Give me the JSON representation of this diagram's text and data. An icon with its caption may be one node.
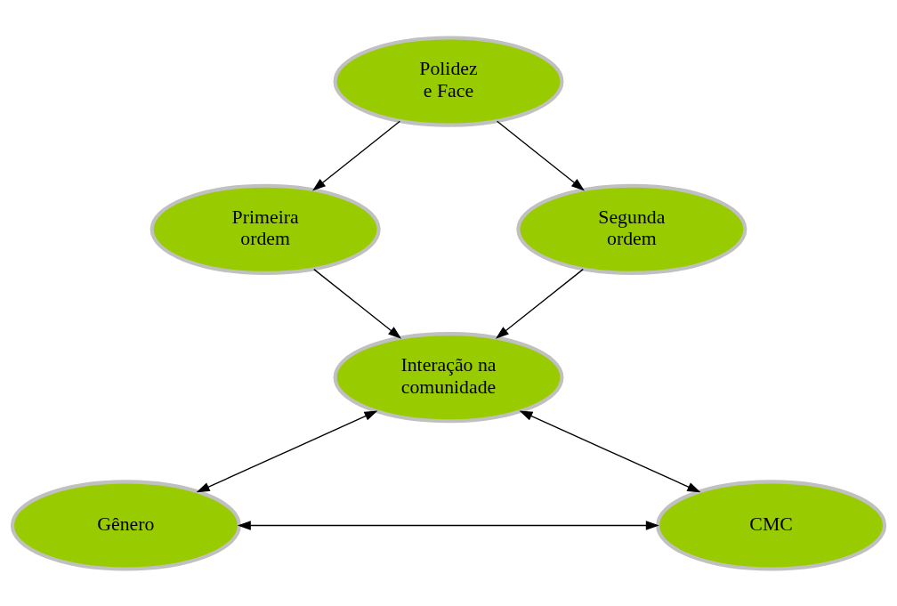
{
  "diagram": {
    "nodes": [
      {
        "text": [
          "Polidez e Face"
        ]
      },
      {
        "text": [
          "Primeira ordem"
        ]
      },
      {
        "text": [
          "Segunda ordem"
        ]
      },
      {
        "text": [
          "Interação na comunidade"
        ]
      },
      {
        "text": [
          "Gênero"
        ]
      },
      {
        "text": [
          "CMC"
        ]
      }
    ],
    "edges": [
      {
        "from": 0,
        "to": 1,
        "arrow": "to"
      },
      {
        "from": 0,
        "to": 2,
        "arrow": "to"
      },
      {
        "from": 1,
        "to": 3,
        "arrow": "to"
      },
      {
        "from": 2,
        "to": 3,
        "arrow": "to"
      },
      {
        "from": 4,
        "to": 3,
        "arrow": "both"
      },
      {
        "from": 3,
        "to": 5,
        "arrow": "both"
      },
      {
        "from": 4,
        "to": 5,
        "arrow": "both"
      }
    ]
  }
}
